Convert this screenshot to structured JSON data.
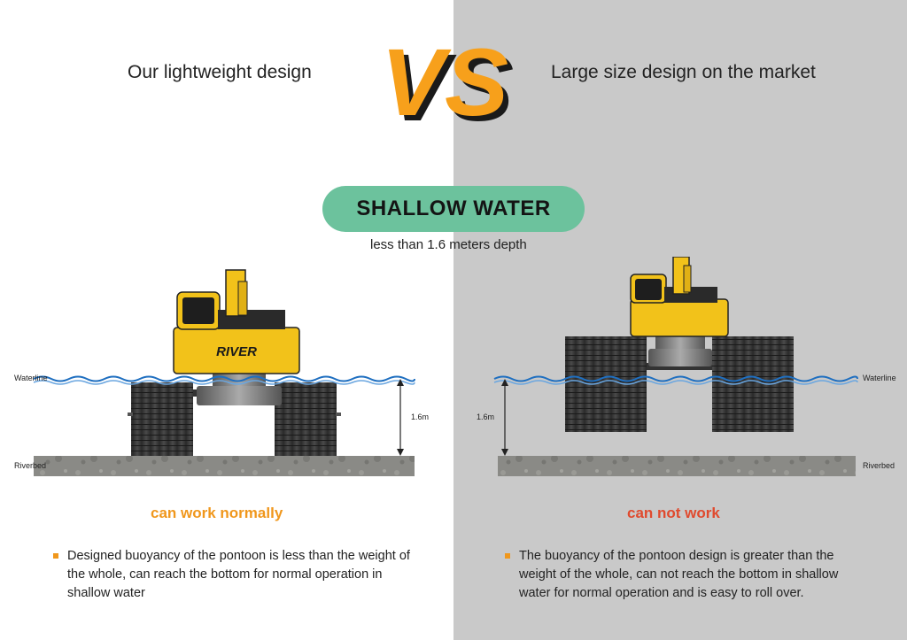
{
  "header": {
    "left_title": "Our lightweight design",
    "vs_text": "VS",
    "right_title": "Large size design on the market"
  },
  "badge": {
    "title": "SHALLOW WATER",
    "subtitle": "less than 1.6 meters depth"
  },
  "left_panel": {
    "waterline_label": "Waterline",
    "riverbed_label": "Riverbed",
    "depth_label": "1.6m",
    "brand": "RIVER",
    "status": "can work normally",
    "description": "Designed buoyancy of the pontoon is less than the weight of the whole, can reach the bottom for normal operation in shallow water"
  },
  "right_panel": {
    "waterline_label": "Waterline",
    "riverbed_label": "Riverbed",
    "depth_label": "1.6m",
    "status": "can not work",
    "description": "The buoyancy of the pontoon design is greater than the weight of the whole, can not reach the bottom in shallow water for normal operation and is easy to roll over."
  },
  "colors": {
    "accent_orange": "#f0971c",
    "accent_red": "#e04a2e",
    "badge_green": "#6cc29d",
    "right_background": "#c9c9c9",
    "machine_yellow": "#f2c21a",
    "water_blue": "#1f6fc0"
  }
}
